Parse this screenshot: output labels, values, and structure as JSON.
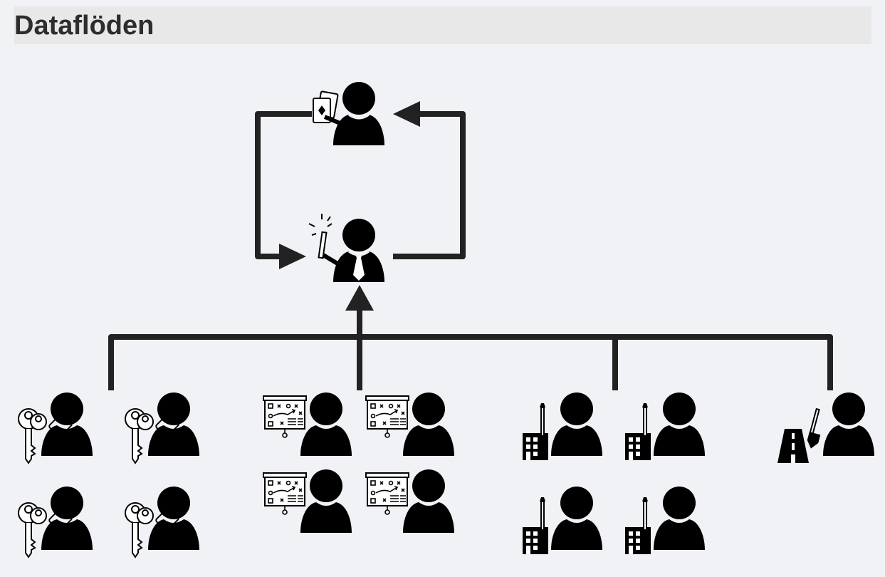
{
  "header": {
    "title": "Dataflöden"
  },
  "diagram": {
    "line_color": "#222222",
    "figure_color": "#000000",
    "background": "#f1f2f6",
    "nodes": {
      "top": {
        "icon": "playing-cards-icon"
      },
      "middle": {
        "icon": "magic-wand-icon",
        "attire": "necktie"
      },
      "groups": [
        {
          "icon": "keys-icon",
          "count": 4
        },
        {
          "icon": "strategy-board-icon",
          "count": 4
        },
        {
          "icon": "building-construction-icon",
          "count": 4
        },
        {
          "icon": "road-construction-icon",
          "count": 1
        }
      ]
    }
  }
}
